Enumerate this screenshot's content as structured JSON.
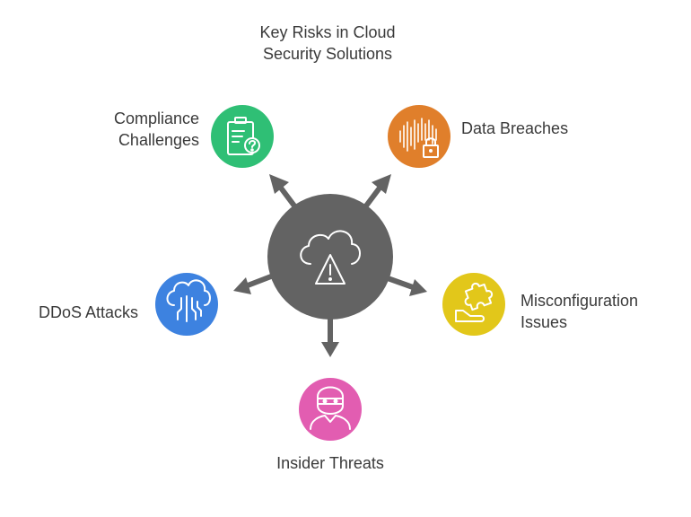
{
  "title_line1": "Key Risks in Cloud",
  "title_line2": "Security Solutions",
  "center": {
    "icon": "cloud-warning-icon",
    "color": "#636363"
  },
  "nodes": [
    {
      "id": "compliance",
      "line1": "Compliance",
      "line2": "Challenges",
      "color": "#2fbf75",
      "icon": "clipboard-question-icon"
    },
    {
      "id": "data-breaches",
      "line1": "Data Breaches",
      "line2": "",
      "color": "#e07f2b",
      "icon": "soundwave-lock-icon"
    },
    {
      "id": "misconfiguration",
      "line1": "Misconfiguration",
      "line2": "Issues",
      "color": "#e2c71a",
      "icon": "puzzle-hand-icon"
    },
    {
      "id": "insider",
      "line1": "Insider Threats",
      "line2": "",
      "color": "#e25db1",
      "icon": "masked-person-icon"
    },
    {
      "id": "ddos",
      "line1": "DDoS Attacks",
      "line2": "",
      "color": "#3d82e0",
      "icon": "cloud-circuit-icon"
    }
  ]
}
